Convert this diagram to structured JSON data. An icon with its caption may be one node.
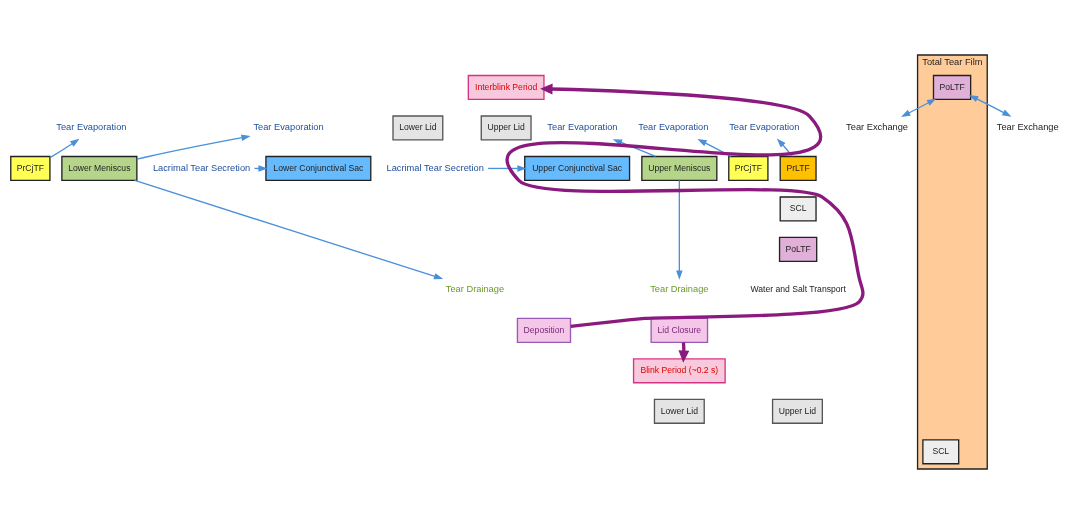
{
  "diagram": {
    "nodes": [
      {
        "text": [
          "Interblink Period"
        ]
      },
      {
        "text": [
          "Lacrimal Tear Secretion"
        ]
      },
      {
        "text": [
          "Upper Lid"
        ]
      },
      {
        "text": [
          "Upper Conjunctival Sac"
        ]
      },
      {
        "text": [
          "Upper Meniscus"
        ]
      },
      {
        "text": [
          "Tear Evaporation"
        ]
      },
      {
        "text": [
          "Tear Drainage"
        ]
      },
      {
        "text": [
          "Tear Evaporation"
        ]
      },
      {
        "text": [
          "PrCjTF"
        ]
      },
      {
        "text": [
          "Tear Evaporation"
        ]
      },
      {
        "text": [
          "PrLTF"
        ]
      },
      {
        "text": [
          "SCL"
        ]
      },
      {
        "text": [
          "PoLTF"
        ]
      },
      {
        "text": [
          "Tear Evaporation"
        ]
      },
      {
        "text": [
          "PrCjTF"
        ]
      },
      {
        "text": [
          "Tear Evaporation"
        ]
      },
      {
        "text": [
          "Lower Meniscus"
        ]
      },
      {
        "text": [
          "Tear Drainage"
        ]
      },
      {
        "text": [
          "Lower Lid"
        ]
      },
      {
        "text": [
          "Lower Conjunctival Sac"
        ]
      },
      {
        "text": [
          "Lacrimal Tear Secretion"
        ]
      },
      {
        "text": [
          "Lid Closure"
        ]
      },
      {
        "text": [
          "Deposition"
        ]
      },
      {
        "text": [
          "Blink Period (~0.2 s)"
        ]
      },
      {
        "text": [
          "Upper Lid"
        ]
      },
      {
        "text": [
          "Lower Lid"
        ]
      },
      {
        "text": [
          "Total Tear Film"
        ]
      },
      {
        "text": [
          "SCL"
        ],
        "in": 26
      },
      {
        "text": [
          "PoLTF"
        ],
        "in": 26
      },
      {
        "text": [
          "Tear Exchange"
        ]
      },
      {
        "text": [
          "Tear Exchange"
        ]
      }
    ],
    "edges": [
      {
        "from": 1,
        "to": 3,
        "arrow": "to"
      },
      {
        "from": 4,
        "to": 5,
        "arrow": "to"
      },
      {
        "from": 4,
        "to": 6,
        "arrow": "to"
      },
      {
        "from": 8,
        "to": 7,
        "arrow": "to"
      },
      {
        "from": 10,
        "to": 9,
        "arrow": "to"
      },
      {
        "from": 14,
        "to": 13,
        "arrow": "to"
      },
      {
        "from": 16,
        "to": 15,
        "arrow": "to"
      },
      {
        "from": 16,
        "to": 17,
        "arrow": "to"
      },
      {
        "from": 20,
        "to": 19,
        "arrow": "to"
      },
      {
        "from": 21,
        "to": 23,
        "arrow": "to",
        "style": "thick",
        "color": "#8b1a7f"
      },
      {
        "from": 22,
        "to": 0,
        "arrow": "to",
        "style": "thick",
        "color": "#8b1a7f"
      },
      {
        "from": 29,
        "to": 28,
        "arrow": "both"
      },
      {
        "from": 30,
        "to": 28,
        "arrow": "both"
      }
    ],
    "labels": [
      "Water and Salt Transport"
    ]
  }
}
